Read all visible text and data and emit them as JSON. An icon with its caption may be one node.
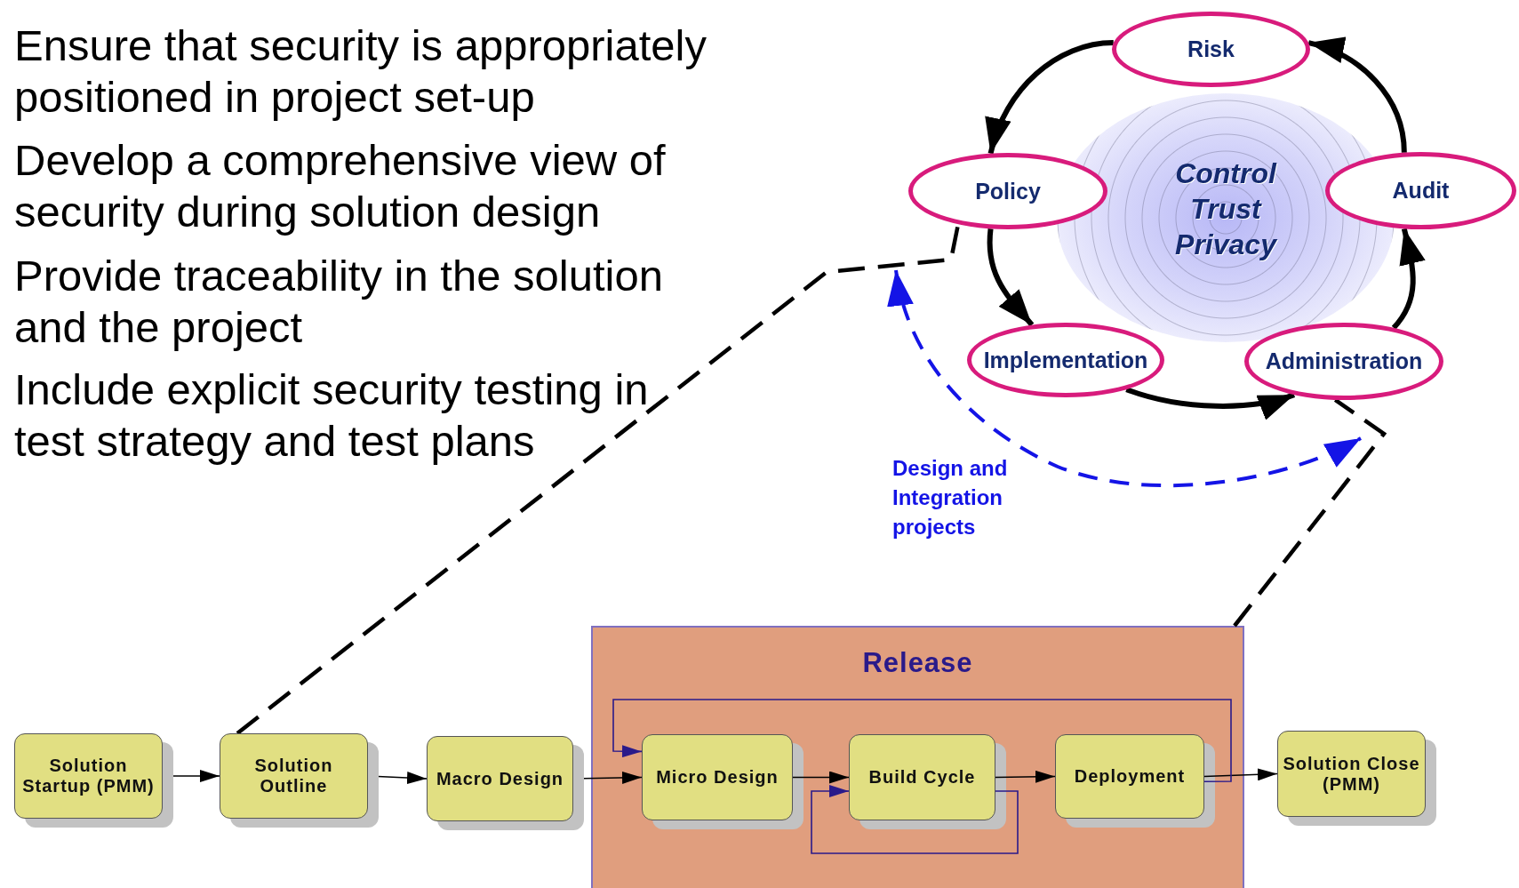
{
  "diagram": {
    "nodes": [
      {
        "text": [
          "Risk"
        ]
      },
      {
        "text": [
          "Policy"
        ]
      },
      {
        "text": [
          "Audit"
        ]
      },
      {
        "text": [
          "Implementation"
        ]
      },
      {
        "text": [
          "Administration"
        ]
      },
      {
        "text": [
          "Solution Startup (PMM)"
        ]
      },
      {
        "text": [
          "Solution Outline"
        ]
      },
      {
        "text": [
          "Macro Design"
        ]
      },
      {
        "text": [
          "Release"
        ]
      },
      {
        "text": [
          "Micro Design"
        ],
        "in": 8
      },
      {
        "text": [
          "Build Cycle"
        ],
        "in": 8
      },
      {
        "text": [
          "Deployment"
        ],
        "in": 8
      },
      {
        "text": [
          "Solution Close (PMM)"
        ]
      }
    ],
    "edges": [
      {
        "from": 0,
        "to": 1,
        "arrow": "to",
        "style": "thick"
      },
      {
        "from": 1,
        "to": 3,
        "arrow": "to",
        "style": "thick"
      },
      {
        "from": 3,
        "to": 4,
        "arrow": "to",
        "style": "thick"
      },
      {
        "from": 4,
        "to": 2,
        "arrow": "to",
        "style": "thick"
      },
      {
        "from": 2,
        "to": 0,
        "arrow": "to",
        "style": "thick"
      },
      {
        "from": 5,
        "to": 6,
        "arrow": "to"
      },
      {
        "from": 6,
        "to": 7,
        "arrow": "to"
      },
      {
        "from": 7,
        "to": 9,
        "arrow": "to"
      },
      {
        "from": 9,
        "to": 10,
        "arrow": "to"
      },
      {
        "from": 10,
        "to": 11,
        "arrow": "to"
      },
      {
        "from": 11,
        "to": 12,
        "arrow": "to"
      },
      {
        "from": 11,
        "to": 9,
        "arrow": "to",
        "color": "#2a1a8a"
      },
      {
        "from": 10,
        "to": 10,
        "arrow": "to",
        "color": "#2a1a8a"
      },
      {
        "from": 6,
        "to": 1,
        "arrow": "none",
        "style": "dashed"
      },
      {
        "from": 8,
        "to": 4,
        "arrow": "none",
        "style": "dashed"
      }
    ],
    "labels": [
      "Control Trust Privacy",
      "Ensure that security is appropriately positioned in project set-up",
      "Develop a comprehensive view of security during solution design",
      "Provide traceability in the solution and the project",
      "Include explicit security testing in test strategy and test plans",
      "Design and Integration projects"
    ]
  }
}
